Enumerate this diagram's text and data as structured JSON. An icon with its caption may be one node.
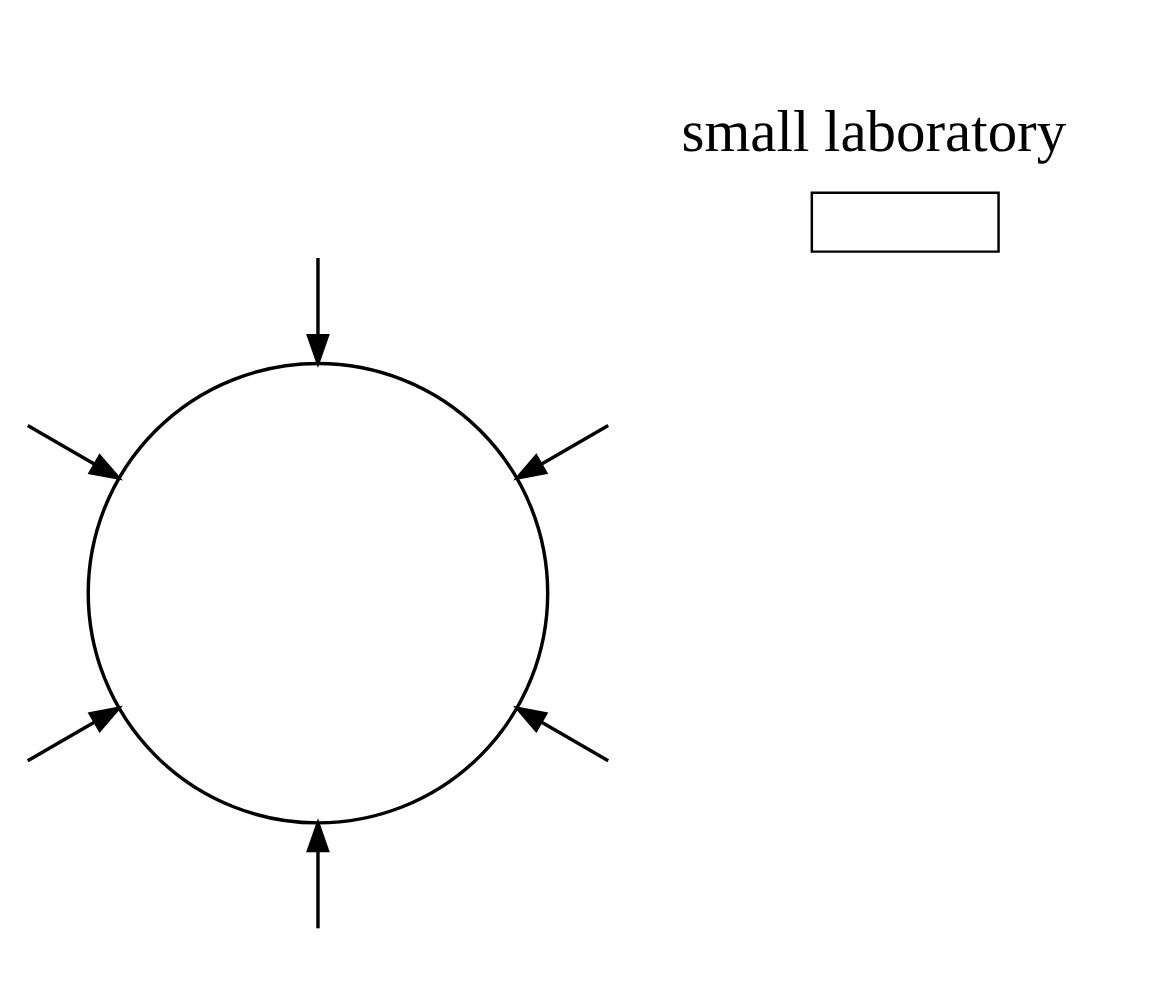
{
  "diagram": {
    "nodes": [
      {
        "text": [
          "small laboratory"
        ]
      },
      {
        "text": [],
        "shape": "circle"
      }
    ],
    "edges": [
      {
        "from": null,
        "to": 1,
        "arrow": "to"
      },
      {
        "from": null,
        "to": 1,
        "arrow": "to"
      },
      {
        "from": null,
        "to": 1,
        "arrow": "to"
      },
      {
        "from": null,
        "to": 1,
        "arrow": "to"
      },
      {
        "from": null,
        "to": 1,
        "arrow": "to"
      },
      {
        "from": null,
        "to": 1,
        "arrow": "to"
      }
    ]
  }
}
